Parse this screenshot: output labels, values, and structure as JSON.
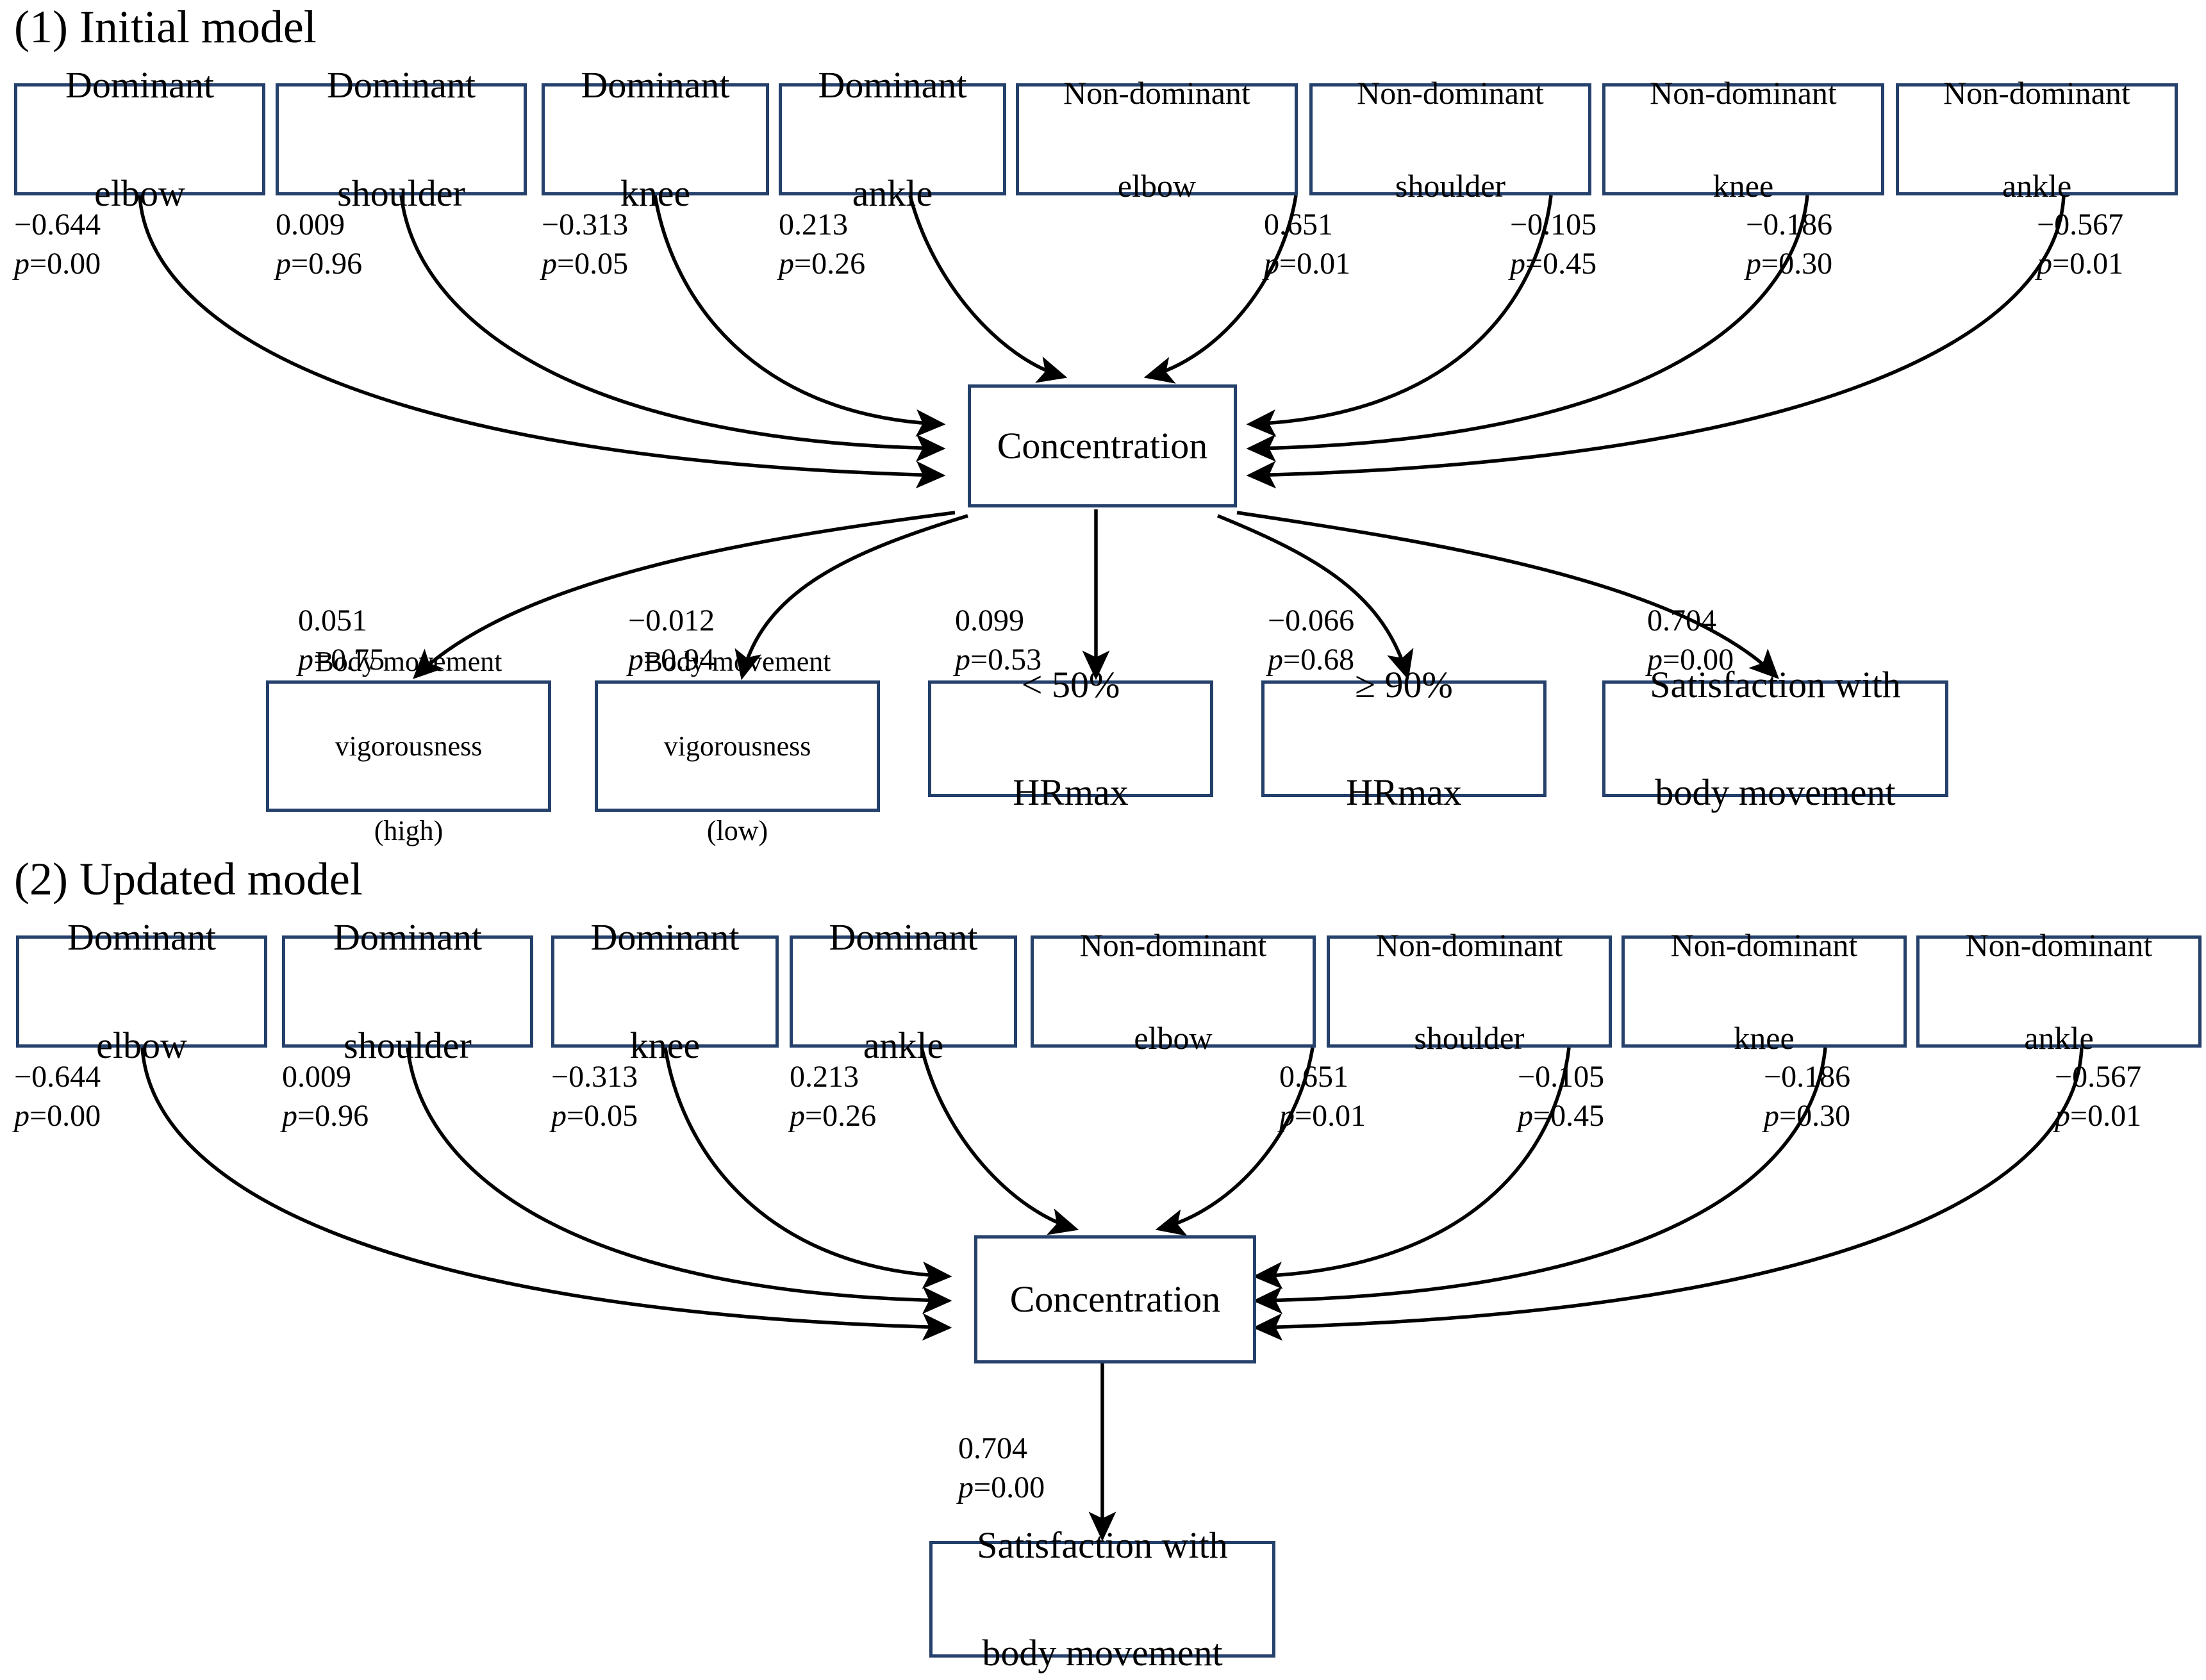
{
  "sections": [
    {
      "id": "initial",
      "title": "(1) Initial model"
    },
    {
      "id": "updated",
      "title": "(2) Updated model"
    }
  ],
  "model1": {
    "title": "(1) Initial model",
    "predictors": [
      {
        "line1": "Dominant",
        "line2": "elbow",
        "size": "big",
        "coef": "−0.644",
        "p": "=0.00"
      },
      {
        "line1": "Dominant",
        "line2": "shoulder",
        "size": "big",
        "coef": "0.009",
        "p": "=0.96"
      },
      {
        "line1": "Dominant",
        "line2": "knee",
        "size": "big",
        "coef": "−0.313",
        "p": "=0.05"
      },
      {
        "line1": "Dominant",
        "line2": "ankle",
        "size": "big",
        "coef": "0.213",
        "p": "=0.26"
      },
      {
        "line1": "Non-dominant",
        "line2": "elbow",
        "size": "med",
        "coef": "0.651",
        "p": "=0.01"
      },
      {
        "line1": "Non-dominant",
        "line2": "shoulder",
        "size": "med",
        "coef": "−0.105",
        "p": "=0.45"
      },
      {
        "line1": "Non-dominant",
        "line2": "knee",
        "size": "med",
        "coef": "−0.186",
        "p": "=0.30"
      },
      {
        "line1": "Non-dominant",
        "line2": "ankle",
        "size": "med",
        "coef": "−0.567",
        "p": "=0.01"
      }
    ],
    "mediator": {
      "label": "Concentration"
    },
    "outcomes": [
      {
        "line1": "Body movement",
        "line2": "vigorousness",
        "line3": "(high)",
        "size": "sm",
        "coef": "0.051",
        "p": "=0.75"
      },
      {
        "line1": "Body movement",
        "line2": "vigorousness",
        "line3": "(low)",
        "size": "sm",
        "coef": "−0.012",
        "p": "=0.94"
      },
      {
        "line1": "< 50%",
        "line2": "HRmax",
        "line3": "",
        "size": "big",
        "coef": "0.099",
        "p": "=0.53"
      },
      {
        "line1": "≥  90%",
        "line2": "HRmax",
        "line3": "",
        "size": "big",
        "coef": "−0.066",
        "p": "=0.68"
      },
      {
        "line1": "Satisfaction with",
        "line2": "body movement",
        "line3": "",
        "size": "big",
        "coef": "0.704",
        "p": "=0.00"
      }
    ]
  },
  "model2": {
    "title": "(2) Updated model",
    "predictors": [
      {
        "line1": "Dominant",
        "line2": "elbow",
        "size": "big",
        "coef": "−0.644",
        "p": "=0.00"
      },
      {
        "line1": "Dominant",
        "line2": "shoulder",
        "size": "big",
        "coef": "0.009",
        "p": "=0.96"
      },
      {
        "line1": "Dominant",
        "line2": "knee",
        "size": "big",
        "coef": "−0.313",
        "p": "=0.05"
      },
      {
        "line1": "Dominant",
        "line2": "ankle",
        "size": "big",
        "coef": "0.213",
        "p": "=0.26"
      },
      {
        "line1": "Non-dominant",
        "line2": "elbow",
        "size": "med",
        "coef": "0.651",
        "p": "=0.01"
      },
      {
        "line1": "Non-dominant",
        "line2": "shoulder",
        "size": "med",
        "coef": "−0.105",
        "p": "=0.45"
      },
      {
        "line1": "Non-dominant",
        "line2": "knee",
        "size": "med",
        "coef": "−0.186",
        "p": "=0.30"
      },
      {
        "line1": "Non-dominant",
        "line2": "ankle",
        "size": "med",
        "coef": "−0.567",
        "p": "=0.01"
      }
    ],
    "mediator": {
      "label": "Concentration"
    },
    "outcomes": [
      {
        "line1": "Satisfaction with",
        "line2": "body movement",
        "line3": "",
        "size": "big",
        "coef": "0.704",
        "p": "=0.00"
      }
    ]
  },
  "style": {
    "box_border": "#24406b",
    "arrow": "#000000",
    "background": "#ffffff"
  },
  "p_prefix": "p"
}
